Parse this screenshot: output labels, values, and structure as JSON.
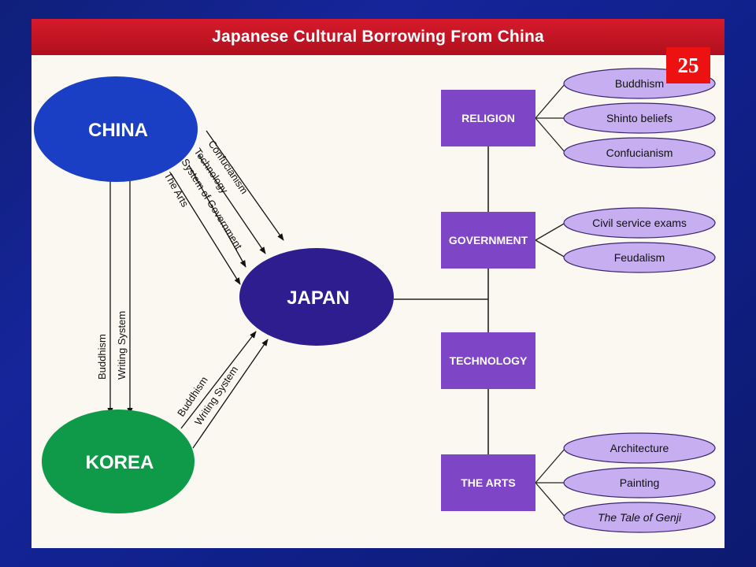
{
  "title": "Japanese Cultural Borrowing From China",
  "slide_number": "25",
  "nodes": {
    "china": "CHINA",
    "japan": "JAPAN",
    "korea": "KOREA"
  },
  "edges": {
    "china_to_japan": [
      "Confucianism",
      "Technology",
      "System of Government",
      "The Arts"
    ],
    "china_to_korea": [
      "Buddhism",
      "Writing System"
    ],
    "korea_to_japan": [
      "Buddhism",
      "Writing System"
    ]
  },
  "categories": [
    {
      "label": "RELIGION",
      "items": [
        "Buddhism",
        "Shinto beliefs",
        "Confucianism"
      ]
    },
    {
      "label": "GOVERNMENT",
      "items": [
        "Civil service exams",
        "Feudalism"
      ]
    },
    {
      "label": "TECHNOLOGY",
      "items": []
    },
    {
      "label": "THE ARTS",
      "items": [
        "Architecture",
        "Painting",
        "The Tale of Genji"
      ]
    }
  ],
  "colors": {
    "slide_background": "#12238c",
    "title_bar": "#c8142a",
    "slide_number_box": "#ee1111",
    "china": "#1a3fc4",
    "japan": "#2d1d8f",
    "korea": "#0f9a4a",
    "category_box": "#7e45c6",
    "item_oval": "#c7aef0"
  }
}
